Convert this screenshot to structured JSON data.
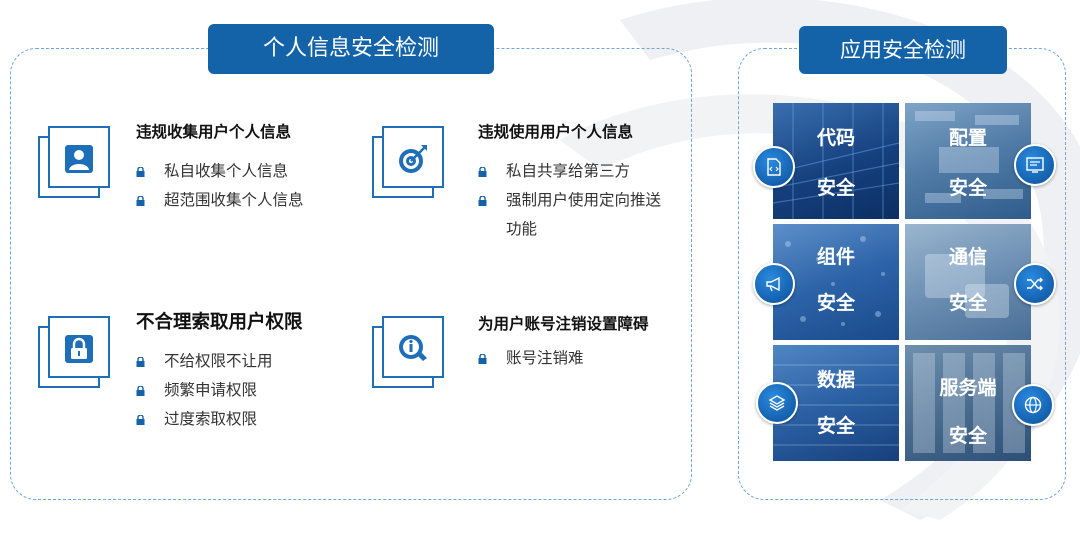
{
  "left_panel": {
    "title": "个人信息安全检测",
    "items": [
      {
        "title": "违规收集用户个人信息",
        "icon": "user-icon",
        "bullets": [
          "私自收集个人信息",
          "超范围收集个人信息"
        ]
      },
      {
        "title": "违规使用用户个人信息",
        "icon": "target-icon",
        "bullets": [
          "私自共享给第三方",
          "强制用户使用定向推送",
          "功能"
        ]
      },
      {
        "title": "不合理索取用户权限",
        "icon": "lock-icon",
        "bullets": [
          "不给权限不让用",
          "频繁申请权限",
          "过度索取权限"
        ]
      },
      {
        "title": "为用户账号注销设置障碍",
        "icon": "info-hand-icon",
        "bullets": [
          "账号注销难"
        ]
      }
    ]
  },
  "right_panel": {
    "title": "应用安全检测",
    "tiles": [
      {
        "line1": "代码",
        "line2": "安全",
        "icon": "code-file-icon"
      },
      {
        "line1": "配置",
        "line2": "安全",
        "icon": "config-screen-icon"
      },
      {
        "line1": "组件",
        "line2": "安全",
        "icon": "megaphone-icon"
      },
      {
        "line1": "通信",
        "line2": "安全",
        "icon": "shuffle-icon"
      },
      {
        "line1": "数据",
        "line2": "安全",
        "icon": "layers-icon"
      },
      {
        "line1": "服务端",
        "line2": "安全",
        "icon": "globe-icon"
      }
    ]
  },
  "colors": {
    "primary": "#1462a8",
    "border": "#6fa6d6",
    "accent": "#1f6fb8"
  }
}
